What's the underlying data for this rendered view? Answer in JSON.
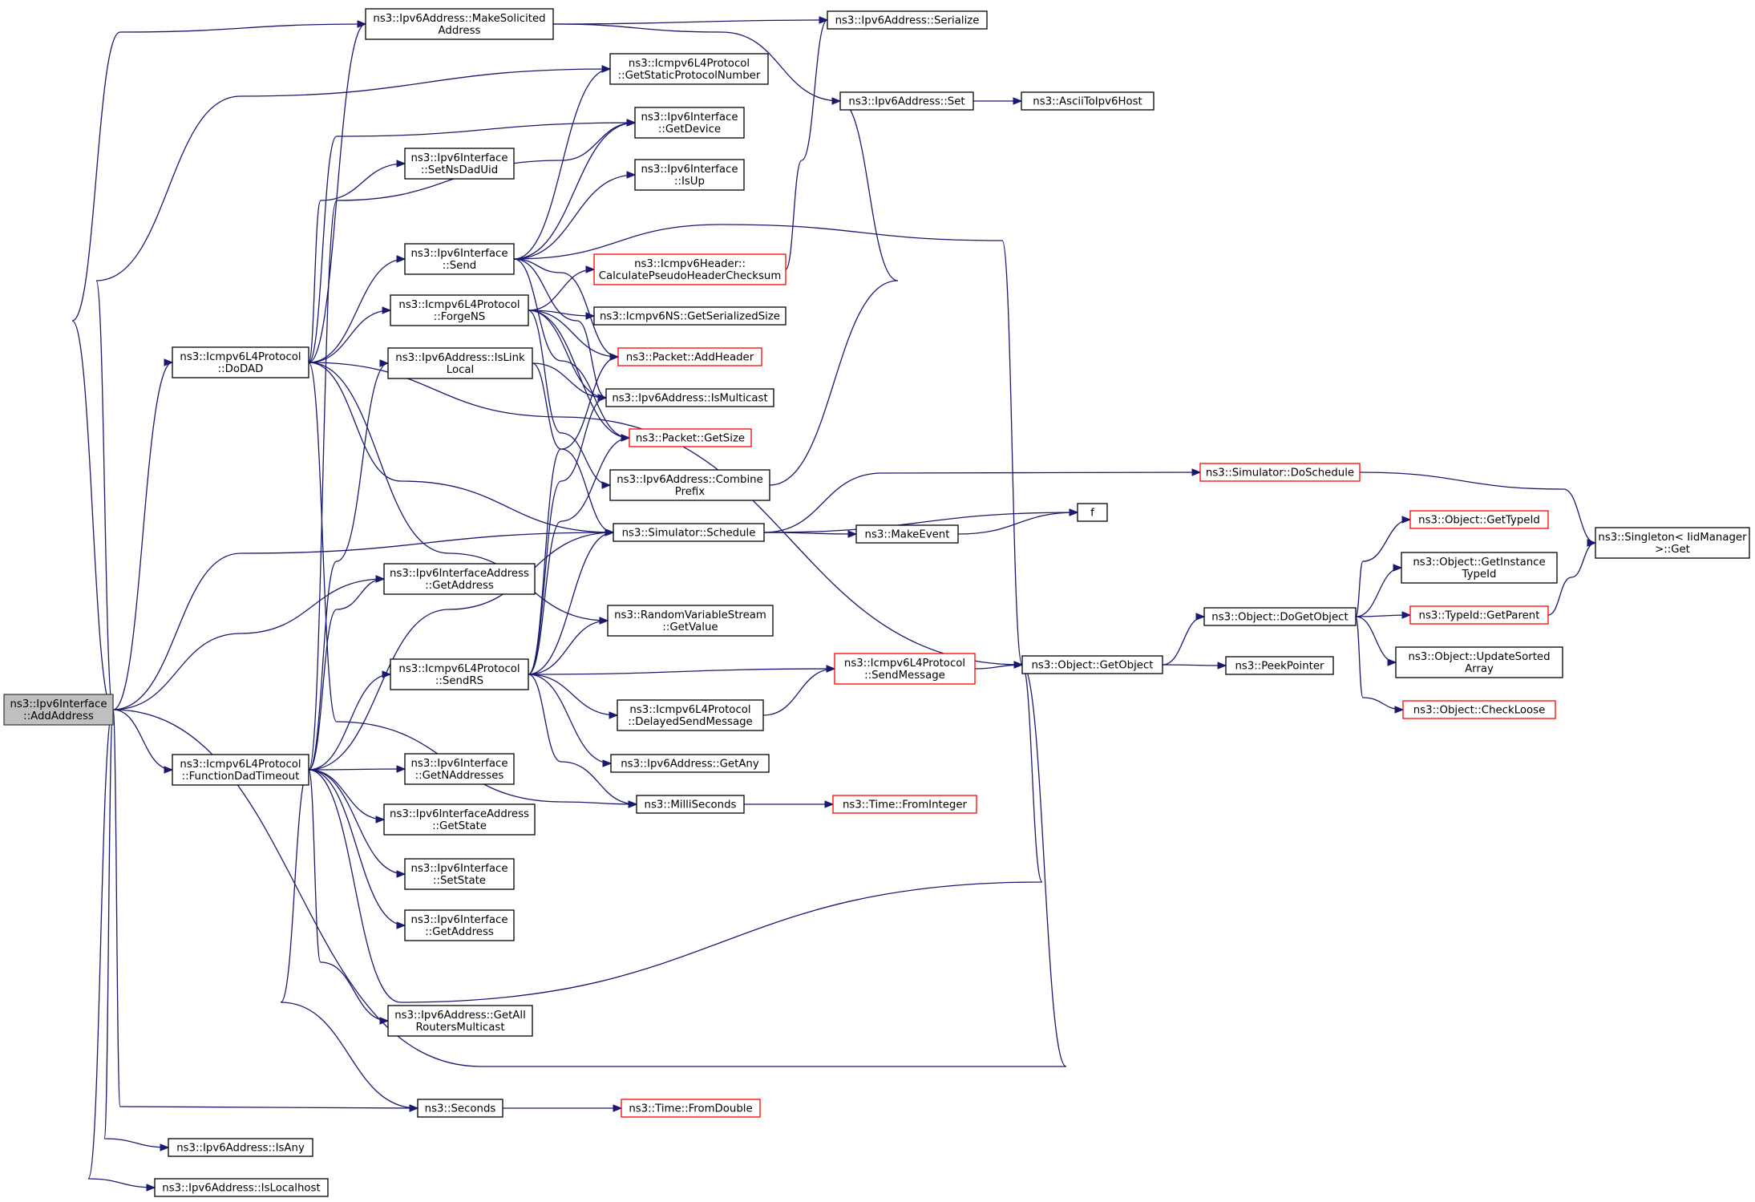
{
  "graph": {
    "nodes": [
      {
        "id": "root",
        "lines": [
          "ns3::Ipv6Interface",
          "::AddAddress"
        ],
        "style": "root"
      },
      {
        "id": "dodad",
        "lines": [
          "ns3::Icmpv6L4Protocol",
          "::DoDAD"
        ]
      },
      {
        "id": "fdt",
        "lines": [
          "ns3::Icmpv6L4Protocol",
          "::FunctionDadTimeout"
        ]
      },
      {
        "id": "getobject",
        "lines": [
          "ns3::Object::GetObject"
        ]
      },
      {
        "id": "iaddr_getaddr",
        "lines": [
          "ns3::Ipv6InterfaceAddress",
          "::GetAddress"
        ]
      },
      {
        "id": "isany",
        "lines": [
          "ns3::Ipv6Address::IsAny"
        ]
      },
      {
        "id": "islocalhost",
        "lines": [
          "ns3::Ipv6Address::IsLocalhost"
        ]
      },
      {
        "id": "makesol",
        "lines": [
          "ns3::Ipv6Address::MakeSolicited",
          "Address"
        ]
      },
      {
        "id": "seconds",
        "lines": [
          "ns3::Seconds"
        ]
      },
      {
        "id": "schedule",
        "lines": [
          "ns3::Simulator::Schedule"
        ]
      },
      {
        "id": "icmp_getstatic",
        "lines": [
          "ns3::Icmpv6L4Protocol",
          "::GetStaticProtocolNumber"
        ]
      },
      {
        "id": "getdevice",
        "lines": [
          "ns3::Ipv6Interface",
          "::GetDevice"
        ]
      },
      {
        "id": "setnsdaduid",
        "lines": [
          "ns3::Ipv6Interface",
          "::SetNsDadUid"
        ]
      },
      {
        "id": "isup",
        "lines": [
          "ns3::Ipv6Interface",
          "::IsUp"
        ]
      },
      {
        "id": "send",
        "lines": [
          "ns3::Ipv6Interface",
          "::Send"
        ]
      },
      {
        "id": "forgens",
        "lines": [
          "ns3::Icmpv6L4Protocol",
          "::ForgeNS"
        ]
      },
      {
        "id": "islinklocal",
        "lines": [
          "ns3::Ipv6Address::IsLink",
          "Local"
        ]
      },
      {
        "id": "sendrs",
        "lines": [
          "ns3::Icmpv6L4Protocol",
          "::SendRS"
        ]
      },
      {
        "id": "getnaddr",
        "lines": [
          "ns3::Ipv6Interface",
          "::GetNAddresses"
        ]
      },
      {
        "id": "iaddr_getstate",
        "lines": [
          "ns3::Ipv6InterfaceAddress",
          "::GetState"
        ]
      },
      {
        "id": "setstate",
        "lines": [
          "ns3::Ipv6Interface",
          "::SetState"
        ]
      },
      {
        "id": "if_getaddr",
        "lines": [
          "ns3::Ipv6Interface",
          "::GetAddress"
        ]
      },
      {
        "id": "getallrouters",
        "lines": [
          "ns3::Ipv6Address::GetAll",
          "RoutersMulticast"
        ]
      },
      {
        "id": "serialize",
        "lines": [
          "ns3::Ipv6Address::Serialize"
        ]
      },
      {
        "id": "set",
        "lines": [
          "ns3::Ipv6Address::Set"
        ]
      },
      {
        "id": "ascii",
        "lines": [
          "ns3::AsciiToIpv6Host"
        ]
      },
      {
        "id": "calcpseudo",
        "lines": [
          "ns3::Icmpv6Header::",
          "CalculatePseudoHeaderChecksum"
        ],
        "style": "trunc"
      },
      {
        "id": "ns_getsize",
        "lines": [
          "ns3::Icmpv6NS::GetSerializedSize"
        ]
      },
      {
        "id": "addheader",
        "lines": [
          "ns3::Packet::AddHeader"
        ],
        "style": "trunc"
      },
      {
        "id": "ismulticast",
        "lines": [
          "ns3::Ipv6Address::IsMulticast"
        ]
      },
      {
        "id": "getsize",
        "lines": [
          "ns3::Packet::GetSize"
        ],
        "style": "trunc"
      },
      {
        "id": "combine",
        "lines": [
          "ns3::Ipv6Address::Combine",
          "Prefix"
        ]
      },
      {
        "id": "rvs_getvalue",
        "lines": [
          "ns3::RandomVariableStream",
          "::GetValue"
        ]
      },
      {
        "id": "delayedsend",
        "lines": [
          "ns3::Icmpv6L4Protocol",
          "::DelayedSendMessage"
        ]
      },
      {
        "id": "getany",
        "lines": [
          "ns3::Ipv6Address::GetAny"
        ]
      },
      {
        "id": "milliseconds",
        "lines": [
          "ns3::MilliSeconds"
        ]
      },
      {
        "id": "fromdouble",
        "lines": [
          "ns3::Time::FromDouble"
        ],
        "style": "trunc"
      },
      {
        "id": "doschedule",
        "lines": [
          "ns3::Simulator::DoSchedule"
        ],
        "style": "trunc"
      },
      {
        "id": "f",
        "lines": [
          "f"
        ]
      },
      {
        "id": "makeevent",
        "lines": [
          "ns3::MakeEvent"
        ]
      },
      {
        "id": "sendmessage",
        "lines": [
          "ns3::Icmpv6L4Protocol",
          "::SendMessage"
        ],
        "style": "trunc"
      },
      {
        "id": "frominteger",
        "lines": [
          "ns3::Time::FromInteger"
        ],
        "style": "trunc"
      },
      {
        "id": "dogetobject",
        "lines": [
          "ns3::Object::DoGetObject"
        ]
      },
      {
        "id": "peekpointer",
        "lines": [
          "ns3::PeekPointer"
        ]
      },
      {
        "id": "gettypeid",
        "lines": [
          "ns3::Object::GetTypeId"
        ],
        "style": "trunc"
      },
      {
        "id": "getinstancetypeid",
        "lines": [
          "ns3::Object::GetInstance",
          "TypeId"
        ]
      },
      {
        "id": "getparent",
        "lines": [
          "ns3::TypeId::GetParent"
        ],
        "style": "trunc"
      },
      {
        "id": "updatesorted",
        "lines": [
          "ns3::Object::UpdateSorted",
          "Array"
        ]
      },
      {
        "id": "checkloose",
        "lines": [
          "ns3::Object::CheckLoose"
        ],
        "style": "trunc"
      },
      {
        "id": "singleton",
        "lines": [
          "ns3::Singleton< IidManager",
          " >::Get"
        ]
      }
    ],
    "edges": [
      [
        "root",
        "makesol"
      ],
      [
        "root",
        "icmp_getstatic"
      ],
      [
        "root",
        "dodad"
      ],
      [
        "root",
        "schedule"
      ],
      [
        "root",
        "iaddr_getaddr"
      ],
      [
        "root",
        "fdt"
      ],
      [
        "root",
        "getobject"
      ],
      [
        "root",
        "seconds"
      ],
      [
        "root",
        "isany"
      ],
      [
        "root",
        "islocalhost"
      ],
      [
        "dodad",
        "makesol"
      ],
      [
        "dodad",
        "getdevice"
      ],
      [
        "dodad",
        "setnsdaduid"
      ],
      [
        "dodad",
        "send"
      ],
      [
        "dodad",
        "forgens"
      ],
      [
        "dodad",
        "getobject"
      ],
      [
        "dodad",
        "rvs_getvalue"
      ],
      [
        "dodad",
        "schedule"
      ],
      [
        "dodad",
        "milliseconds"
      ],
      [
        "fdt",
        "getdevice"
      ],
      [
        "fdt",
        "islinklocal"
      ],
      [
        "fdt",
        "iaddr_getaddr"
      ],
      [
        "fdt",
        "schedule"
      ],
      [
        "fdt",
        "sendrs"
      ],
      [
        "fdt",
        "getnaddr"
      ],
      [
        "fdt",
        "iaddr_getstate"
      ],
      [
        "fdt",
        "setstate"
      ],
      [
        "fdt",
        "if_getaddr"
      ],
      [
        "fdt",
        "getallrouters"
      ],
      [
        "fdt",
        "seconds"
      ],
      [
        "fdt",
        "getobject"
      ],
      [
        "makesol",
        "serialize"
      ],
      [
        "makesol",
        "set"
      ],
      [
        "send",
        "getdevice"
      ],
      [
        "send",
        "icmp_getstatic"
      ],
      [
        "send",
        "isup"
      ],
      [
        "send",
        "getobject"
      ],
      [
        "send",
        "addheader"
      ],
      [
        "send",
        "ismulticast"
      ],
      [
        "send",
        "getsize"
      ],
      [
        "forgens",
        "calcpseudo"
      ],
      [
        "forgens",
        "ns_getsize"
      ],
      [
        "forgens",
        "addheader"
      ],
      [
        "forgens",
        "ismulticast"
      ],
      [
        "forgens",
        "getsize"
      ],
      [
        "forgens",
        "combine"
      ],
      [
        "islinklocal",
        "ismulticast"
      ],
      [
        "islinklocal",
        "schedule"
      ],
      [
        "sendrs",
        "addheader"
      ],
      [
        "sendrs",
        "ismulticast"
      ],
      [
        "sendrs",
        "getsize"
      ],
      [
        "sendrs",
        "schedule"
      ],
      [
        "sendrs",
        "rvs_getvalue"
      ],
      [
        "sendrs",
        "sendmessage"
      ],
      [
        "sendrs",
        "delayedsend"
      ],
      [
        "sendrs",
        "getany"
      ],
      [
        "sendrs",
        "milliseconds"
      ],
      [
        "calcpseudo",
        "serialize"
      ],
      [
        "combine",
        "set"
      ],
      [
        "set",
        "ascii"
      ],
      [
        "schedule",
        "doschedule"
      ],
      [
        "schedule",
        "f"
      ],
      [
        "schedule",
        "makeevent"
      ],
      [
        "makeevent",
        "f"
      ],
      [
        "doschedule",
        "singleton"
      ],
      [
        "delayedsend",
        "sendmessage"
      ],
      [
        "sendmessage",
        "getobject"
      ],
      [
        "milliseconds",
        "frominteger"
      ],
      [
        "seconds",
        "fromdouble"
      ],
      [
        "getobject",
        "dogetobject"
      ],
      [
        "getobject",
        "peekpointer"
      ],
      [
        "dogetobject",
        "gettypeid"
      ],
      [
        "dogetobject",
        "getinstancetypeid"
      ],
      [
        "dogetobject",
        "getparent"
      ],
      [
        "dogetobject",
        "updatesorted"
      ],
      [
        "dogetobject",
        "checkloose"
      ],
      [
        "getparent",
        "singleton"
      ]
    ]
  }
}
